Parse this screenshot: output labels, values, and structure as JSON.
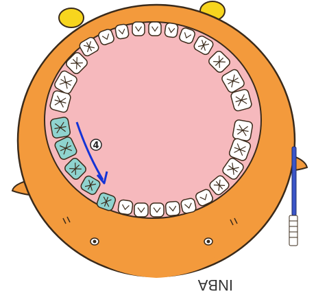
{
  "illustration": {
    "subject": "lower-dental-arch-brushing-guide",
    "step_marker": "4",
    "signature": "INBA",
    "highlighted_teeth": "left-lower-molars-and-premolars",
    "colors": {
      "face": "#f39a3c",
      "outline": "#3a2a1a",
      "gum": "#f6b9bd",
      "tooth": "#ffffff",
      "highlight": "#8fd3cf",
      "arrow": "#1433d6",
      "ears": "#f7d51e",
      "toothbrush": "#3a55c8"
    }
  }
}
